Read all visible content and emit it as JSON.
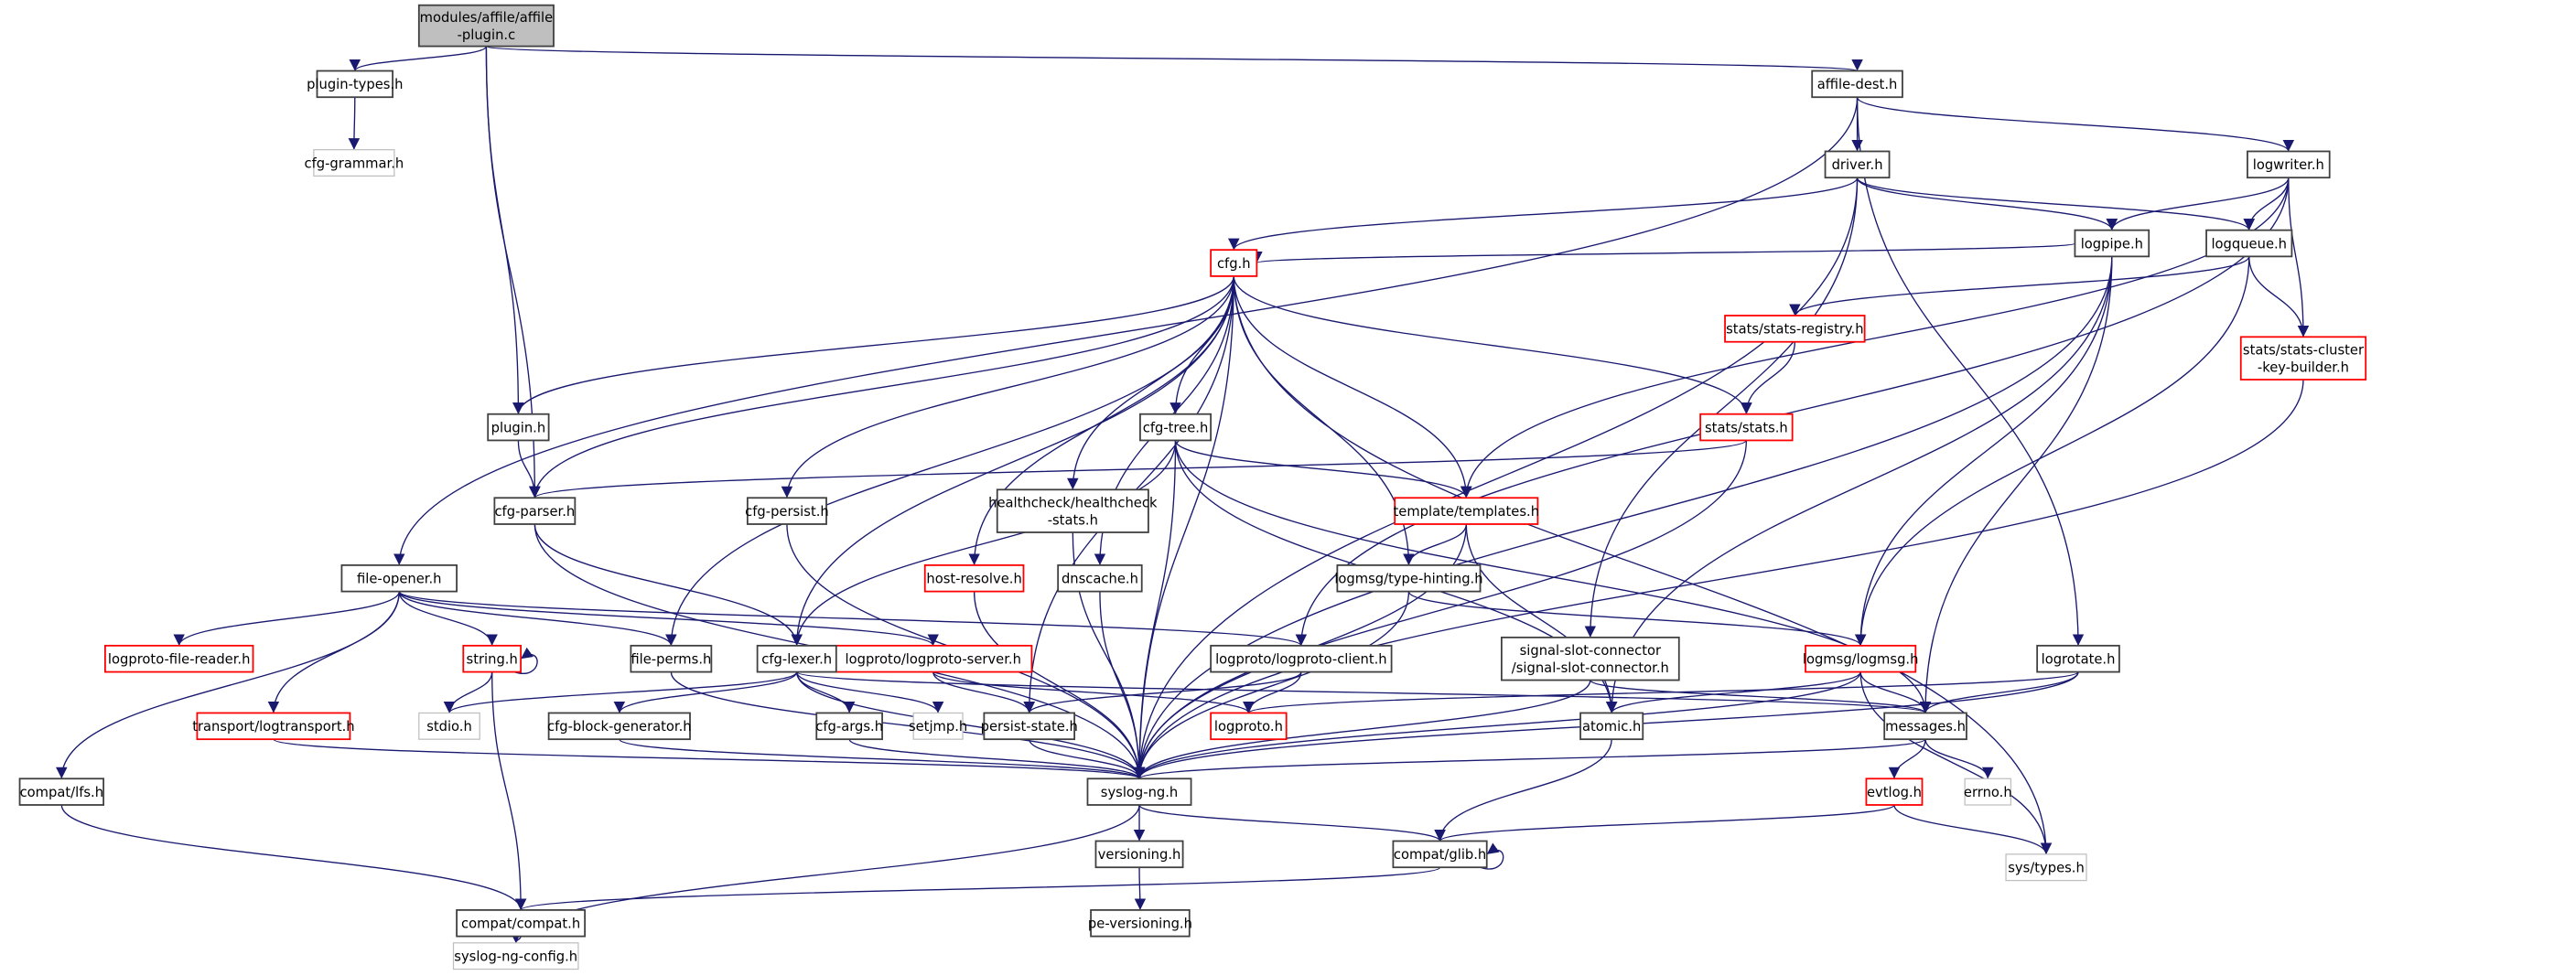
{
  "colors": {
    "edge": "#191970",
    "normal_border": "#404040",
    "red_border": "#ff0000",
    "gray_border": "#bfbfbf",
    "root_fill": "#bfbfbf"
  },
  "nodes": [
    {
      "id": "affile-plugin.c",
      "lines": [
        "modules/affile/affile",
        "-plugin.c"
      ],
      "border": "root"
    },
    {
      "id": "plugin-types.h",
      "lines": [
        "plugin-types.h"
      ],
      "border": "normal"
    },
    {
      "id": "cfg-grammar.h",
      "lines": [
        "cfg-grammar.h"
      ],
      "border": "gray"
    },
    {
      "id": "affile-dest.h",
      "lines": [
        "affile-dest.h"
      ],
      "border": "normal"
    },
    {
      "id": "driver.h",
      "lines": [
        "driver.h"
      ],
      "border": "normal"
    },
    {
      "id": "logwriter.h",
      "lines": [
        "logwriter.h"
      ],
      "border": "normal"
    },
    {
      "id": "logpipe.h",
      "lines": [
        "logpipe.h"
      ],
      "border": "normal"
    },
    {
      "id": "logqueue.h",
      "lines": [
        "logqueue.h"
      ],
      "border": "normal"
    },
    {
      "id": "stats-registry.h",
      "lines": [
        "stats/stats-registry.h"
      ],
      "border": "red"
    },
    {
      "id": "stats-cluster-key-builder.h",
      "lines": [
        "stats/stats-cluster",
        "-key-builder.h"
      ],
      "border": "red"
    },
    {
      "id": "cfg.h",
      "lines": [
        "cfg.h"
      ],
      "border": "red"
    },
    {
      "id": "plugin.h",
      "lines": [
        "plugin.h"
      ],
      "border": "normal"
    },
    {
      "id": "cfg-parser.h",
      "lines": [
        "cfg-parser.h"
      ],
      "border": "normal"
    },
    {
      "id": "cfg-persist.h",
      "lines": [
        "cfg-persist.h"
      ],
      "border": "normal"
    },
    {
      "id": "healthcheck-stats.h",
      "lines": [
        "healthcheck/healthcheck",
        "-stats.h"
      ],
      "border": "normal"
    },
    {
      "id": "cfg-tree.h",
      "lines": [
        "cfg-tree.h"
      ],
      "border": "normal"
    },
    {
      "id": "stats.h",
      "lines": [
        "stats/stats.h"
      ],
      "border": "red"
    },
    {
      "id": "templates.h",
      "lines": [
        "template/templates.h"
      ],
      "border": "red"
    },
    {
      "id": "host-resolve.h",
      "lines": [
        "host-resolve.h"
      ],
      "border": "red"
    },
    {
      "id": "dnscache.h",
      "lines": [
        "dnscache.h"
      ],
      "border": "normal"
    },
    {
      "id": "type-hinting.h",
      "lines": [
        "logmsg/type-hinting.h"
      ],
      "border": "normal"
    },
    {
      "id": "file-opener.h",
      "lines": [
        "file-opener.h"
      ],
      "border": "normal"
    },
    {
      "id": "logproto-file-reader.h",
      "lines": [
        "logproto-file-reader.h"
      ],
      "border": "red"
    },
    {
      "id": "string.h",
      "lines": [
        "string.h"
      ],
      "border": "red"
    },
    {
      "id": "file-perms.h",
      "lines": [
        "file-perms.h"
      ],
      "border": "normal"
    },
    {
      "id": "logproto-server.h",
      "lines": [
        "logproto/logproto-server.h"
      ],
      "border": "red"
    },
    {
      "id": "logproto-client.h",
      "lines": [
        "logproto/logproto-client.h"
      ],
      "border": "normal"
    },
    {
      "id": "signal-slot-connector.h",
      "lines": [
        "signal-slot-connector",
        "/signal-slot-connector.h"
      ],
      "border": "normal"
    },
    {
      "id": "logmsg.h",
      "lines": [
        "logmsg/logmsg.h"
      ],
      "border": "red"
    },
    {
      "id": "logrotate.h",
      "lines": [
        "logrotate.h"
      ],
      "border": "normal"
    },
    {
      "id": "cfg-lexer.h",
      "lines": [
        "cfg-lexer.h"
      ],
      "border": "normal"
    },
    {
      "id": "stdio.h",
      "lines": [
        "stdio.h"
      ],
      "border": "gray"
    },
    {
      "id": "logtransport.h",
      "lines": [
        "transport/logtransport.h"
      ],
      "border": "red"
    },
    {
      "id": "cfg-block-generator.h",
      "lines": [
        "cfg-block-generator.h"
      ],
      "border": "normal"
    },
    {
      "id": "cfg-args.h",
      "lines": [
        "cfg-args.h"
      ],
      "border": "normal"
    },
    {
      "id": "setjmp.h",
      "lines": [
        "setjmp.h"
      ],
      "border": "gray"
    },
    {
      "id": "persist-state.h",
      "lines": [
        "persist-state.h"
      ],
      "border": "normal"
    },
    {
      "id": "logproto.h",
      "lines": [
        "logproto.h"
      ],
      "border": "red"
    },
    {
      "id": "atomic.h",
      "lines": [
        "atomic.h"
      ],
      "border": "normal"
    },
    {
      "id": "messages.h",
      "lines": [
        "messages.h"
      ],
      "border": "normal"
    },
    {
      "id": "compat/lfs.h",
      "lines": [
        "compat/lfs.h"
      ],
      "border": "normal"
    },
    {
      "id": "syslog-ng.h",
      "lines": [
        "syslog-ng.h"
      ],
      "border": "normal"
    },
    {
      "id": "evtlog.h",
      "lines": [
        "evtlog.h"
      ],
      "border": "red"
    },
    {
      "id": "errno.h",
      "lines": [
        "errno.h"
      ],
      "border": "gray"
    },
    {
      "id": "versioning.h",
      "lines": [
        "versioning.h"
      ],
      "border": "normal"
    },
    {
      "id": "compat/glib.h",
      "lines": [
        "compat/glib.h"
      ],
      "border": "normal"
    },
    {
      "id": "sys/types.h",
      "lines": [
        "sys/types.h"
      ],
      "border": "gray"
    },
    {
      "id": "pe-versioning.h",
      "lines": [
        "pe-versioning.h"
      ],
      "border": "normal"
    },
    {
      "id": "compat/compat.h",
      "lines": [
        "compat/compat.h"
      ],
      "border": "normal"
    },
    {
      "id": "syslog-ng-config.h",
      "lines": [
        "syslog-ng-config.h"
      ],
      "border": "gray"
    }
  ],
  "edges": [
    [
      "affile-plugin.c",
      "plugin-types.h"
    ],
    [
      "affile-plugin.c",
      "cfg-parser.h"
    ],
    [
      "affile-plugin.c",
      "plugin.h"
    ],
    [
      "affile-plugin.c",
      "affile-dest.h"
    ],
    [
      "plugin-types.h",
      "cfg-grammar.h"
    ],
    [
      "affile-dest.h",
      "driver.h"
    ],
    [
      "affile-dest.h",
      "logwriter.h"
    ],
    [
      "affile-dest.h",
      "file-opener.h"
    ],
    [
      "affile-dest.h",
      "logrotate.h"
    ],
    [
      "driver.h",
      "cfg.h"
    ],
    [
      "driver.h",
      "logpipe.h"
    ],
    [
      "driver.h",
      "logqueue.h"
    ],
    [
      "driver.h",
      "syslog-ng.h"
    ],
    [
      "driver.h",
      "signal-slot-connector.h"
    ],
    [
      "logwriter.h",
      "logpipe.h"
    ],
    [
      "logwriter.h",
      "logqueue.h"
    ],
    [
      "logwriter.h",
      "stats-cluster-key-builder.h"
    ],
    [
      "logwriter.h",
      "templates.h"
    ],
    [
      "logwriter.h",
      "logproto-client.h"
    ],
    [
      "logpipe.h",
      "cfg.h"
    ],
    [
      "logpipe.h",
      "logmsg.h"
    ],
    [
      "logpipe.h",
      "atomic.h"
    ],
    [
      "logpipe.h",
      "messages.h"
    ],
    [
      "logpipe.h",
      "syslog-ng.h"
    ],
    [
      "logqueue.h",
      "stats-registry.h"
    ],
    [
      "logqueue.h",
      "stats-cluster-key-builder.h"
    ],
    [
      "logqueue.h",
      "logmsg.h"
    ],
    [
      "stats-registry.h",
      "stats.h"
    ],
    [
      "stats-cluster-key-builder.h",
      "syslog-ng.h"
    ],
    [
      "cfg.h",
      "plugin.h"
    ],
    [
      "cfg.h",
      "cfg-parser.h"
    ],
    [
      "cfg.h",
      "cfg-persist.h"
    ],
    [
      "cfg.h",
      "healthcheck-stats.h"
    ],
    [
      "cfg.h",
      "host-resolve.h"
    ],
    [
      "cfg.h",
      "dnscache.h"
    ],
    [
      "cfg.h",
      "cfg-lexer.h"
    ],
    [
      "cfg.h",
      "file-perms.h"
    ],
    [
      "cfg.h",
      "syslog-ng.h"
    ],
    [
      "cfg.h",
      "persist-state.h"
    ],
    [
      "cfg.h",
      "cfg-tree.h"
    ],
    [
      "cfg.h",
      "stats.h"
    ],
    [
      "cfg.h",
      "templates.h"
    ],
    [
      "cfg.h",
      "type-hinting.h"
    ],
    [
      "cfg.h",
      "sys/types.h"
    ],
    [
      "stats.h",
      "cfg-parser.h"
    ],
    [
      "stats.h",
      "syslog-ng.h"
    ],
    [
      "cfg-tree.h",
      "templates.h"
    ],
    [
      "cfg-tree.h",
      "cfg-lexer.h"
    ],
    [
      "cfg-tree.h",
      "atomic.h"
    ],
    [
      "cfg-tree.h",
      "messages.h"
    ],
    [
      "cfg-tree.h",
      "syslog-ng.h"
    ],
    [
      "templates.h",
      "type-hinting.h"
    ],
    [
      "templates.h",
      "atomic.h"
    ],
    [
      "templates.h",
      "syslog-ng.h"
    ],
    [
      "plugin.h",
      "cfg-parser.h"
    ],
    [
      "cfg-parser.h",
      "cfg-lexer.h"
    ],
    [
      "cfg-parser.h",
      "syslog-ng.h"
    ],
    [
      "cfg-persist.h",
      "syslog-ng.h"
    ],
    [
      "healthcheck-stats.h",
      "syslog-ng.h"
    ],
    [
      "host-resolve.h",
      "syslog-ng.h"
    ],
    [
      "dnscache.h",
      "syslog-ng.h"
    ],
    [
      "type-hinting.h",
      "logmsg.h"
    ],
    [
      "type-hinting.h",
      "syslog-ng.h"
    ],
    [
      "file-opener.h",
      "logproto-file-reader.h"
    ],
    [
      "file-opener.h",
      "string.h"
    ],
    [
      "file-opener.h",
      "file-perms.h"
    ],
    [
      "file-opener.h",
      "logproto-server.h"
    ],
    [
      "file-opener.h",
      "logproto-client.h"
    ],
    [
      "file-opener.h",
      "compat/lfs.h"
    ],
    [
      "file-opener.h",
      "logtransport.h"
    ],
    [
      "string.h",
      "string.h"
    ],
    [
      "string.h",
      "stdio.h"
    ],
    [
      "string.h",
      "compat/compat.h"
    ],
    [
      "file-perms.h",
      "syslog-ng.h"
    ],
    [
      "logproto-server.h",
      "persist-state.h"
    ],
    [
      "logproto-server.h",
      "logproto.h"
    ],
    [
      "logproto-client.h",
      "persist-state.h"
    ],
    [
      "logproto-client.h",
      "logproto.h"
    ],
    [
      "cfg-lexer.h",
      "stdio.h"
    ],
    [
      "cfg-lexer.h",
      "cfg-block-generator.h"
    ],
    [
      "cfg-lexer.h",
      "cfg-args.h"
    ],
    [
      "cfg-lexer.h",
      "setjmp.h"
    ],
    [
      "cfg-lexer.h",
      "syslog-ng.h"
    ],
    [
      "cfg-lexer.h",
      "messages.h"
    ],
    [
      "logtransport.h",
      "syslog-ng.h"
    ],
    [
      "cfg-block-generator.h",
      "syslog-ng.h"
    ],
    [
      "cfg-args.h",
      "syslog-ng.h"
    ],
    [
      "persist-state.h",
      "syslog-ng.h"
    ],
    [
      "signal-slot-connector.h",
      "messages.h"
    ],
    [
      "signal-slot-connector.h",
      "syslog-ng.h"
    ],
    [
      "logmsg.h",
      "messages.h"
    ],
    [
      "logmsg.h",
      "syslog-ng.h"
    ],
    [
      "logmsg.h",
      "atomic.h"
    ],
    [
      "logmsg.h",
      "sys/types.h"
    ],
    [
      "logrotate.h",
      "logproto.h"
    ],
    [
      "logrotate.h",
      "messages.h"
    ],
    [
      "logrotate.h",
      "syslog-ng.h"
    ],
    [
      "atomic.h",
      "compat/glib.h"
    ],
    [
      "messages.h",
      "syslog-ng.h"
    ],
    [
      "messages.h",
      "evtlog.h"
    ],
    [
      "messages.h",
      "errno.h"
    ],
    [
      "evtlog.h",
      "compat/glib.h"
    ],
    [
      "evtlog.h",
      "sys/types.h"
    ],
    [
      "syslog-ng.h",
      "versioning.h"
    ],
    [
      "syslog-ng.h",
      "compat/glib.h"
    ],
    [
      "syslog-ng.h",
      "syslog-ng-config.h"
    ],
    [
      "versioning.h",
      "pe-versioning.h"
    ],
    [
      "compat/glib.h",
      "compat/glib.h"
    ],
    [
      "compat/glib.h",
      "compat/compat.h"
    ],
    [
      "compat/lfs.h",
      "compat/compat.h"
    ],
    [
      "compat/compat.h",
      "syslog-ng-config.h"
    ]
  ]
}
